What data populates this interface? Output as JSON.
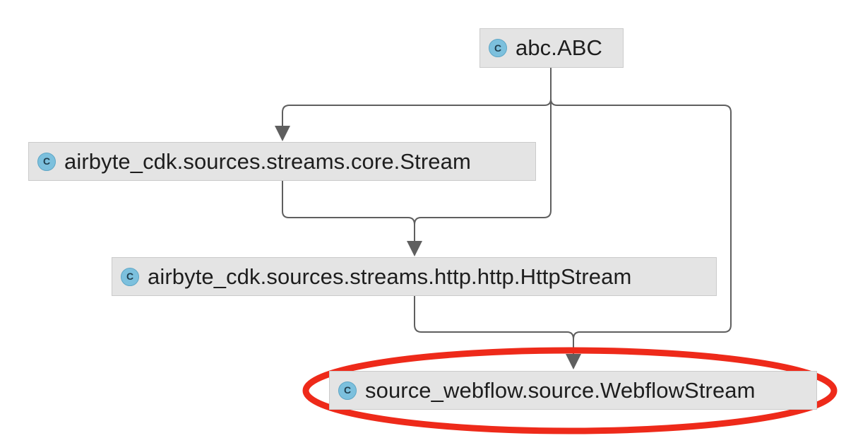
{
  "diagram": {
    "class_icon_letter": "C",
    "colors": {
      "node_fill": "#e4e4e4",
      "edge": "#5f5f5f",
      "highlight": "#ee2a1a",
      "class_icon": "#7cc0dd"
    },
    "nodes": [
      {
        "id": "abc",
        "label": "abc.ABC"
      },
      {
        "id": "stream",
        "label": "airbyte_cdk.sources.streams.core.Stream"
      },
      {
        "id": "http",
        "label": "airbyte_cdk.sources.streams.http.http.HttpStream"
      },
      {
        "id": "webflow",
        "label": "source_webflow.source.WebflowStream",
        "highlighted": true
      }
    ],
    "edges": [
      {
        "from": "abc",
        "to": "stream"
      },
      {
        "from": "abc",
        "to": "http"
      },
      {
        "from": "stream",
        "to": "http"
      },
      {
        "from": "abc",
        "to": "webflow"
      },
      {
        "from": "http",
        "to": "webflow"
      }
    ]
  }
}
